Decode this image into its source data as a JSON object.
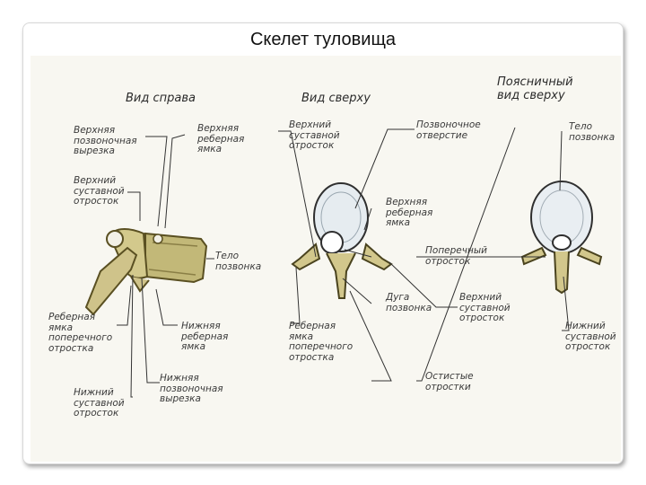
{
  "title": "Скелет туловища",
  "views": {
    "right": "Вид справа",
    "top": "Вид сверху",
    "lumbar": "Поясничный\nвид сверху"
  },
  "labels": {
    "l1": "Верхняя\nпозвоночная\nвырезка",
    "l2": "Верхняя\nреберная\nямка",
    "l3": "Верхний\nсуставной\nотросток",
    "l4": "Тело\nпозвонка",
    "l5": "Реберная\nямка\nпоперечного\nотростка",
    "l6": "Нижняя\nреберная\nямка",
    "l7": "Нижняя\nпозвоночная\nвырезка",
    "l8": "Нижний\nсуставной\nотросток",
    "m1": "Верхний\nсуставной\nотросток",
    "m2": "Позвоночное\nотверстие",
    "m3": "Верхняя\nреберная\nямка",
    "m4": "Поперечный\nотросток",
    "m5": "Дуга\nпозвонка",
    "m6": "Реберная\nямка\nпоперечного\nотростка",
    "m7": "Верхний\nсуставной\nотросток",
    "m8": "Остистые\nотростки",
    "r1": "Тело\nпозвонка",
    "r2": "Нижний\nсуставной\nотросток"
  }
}
